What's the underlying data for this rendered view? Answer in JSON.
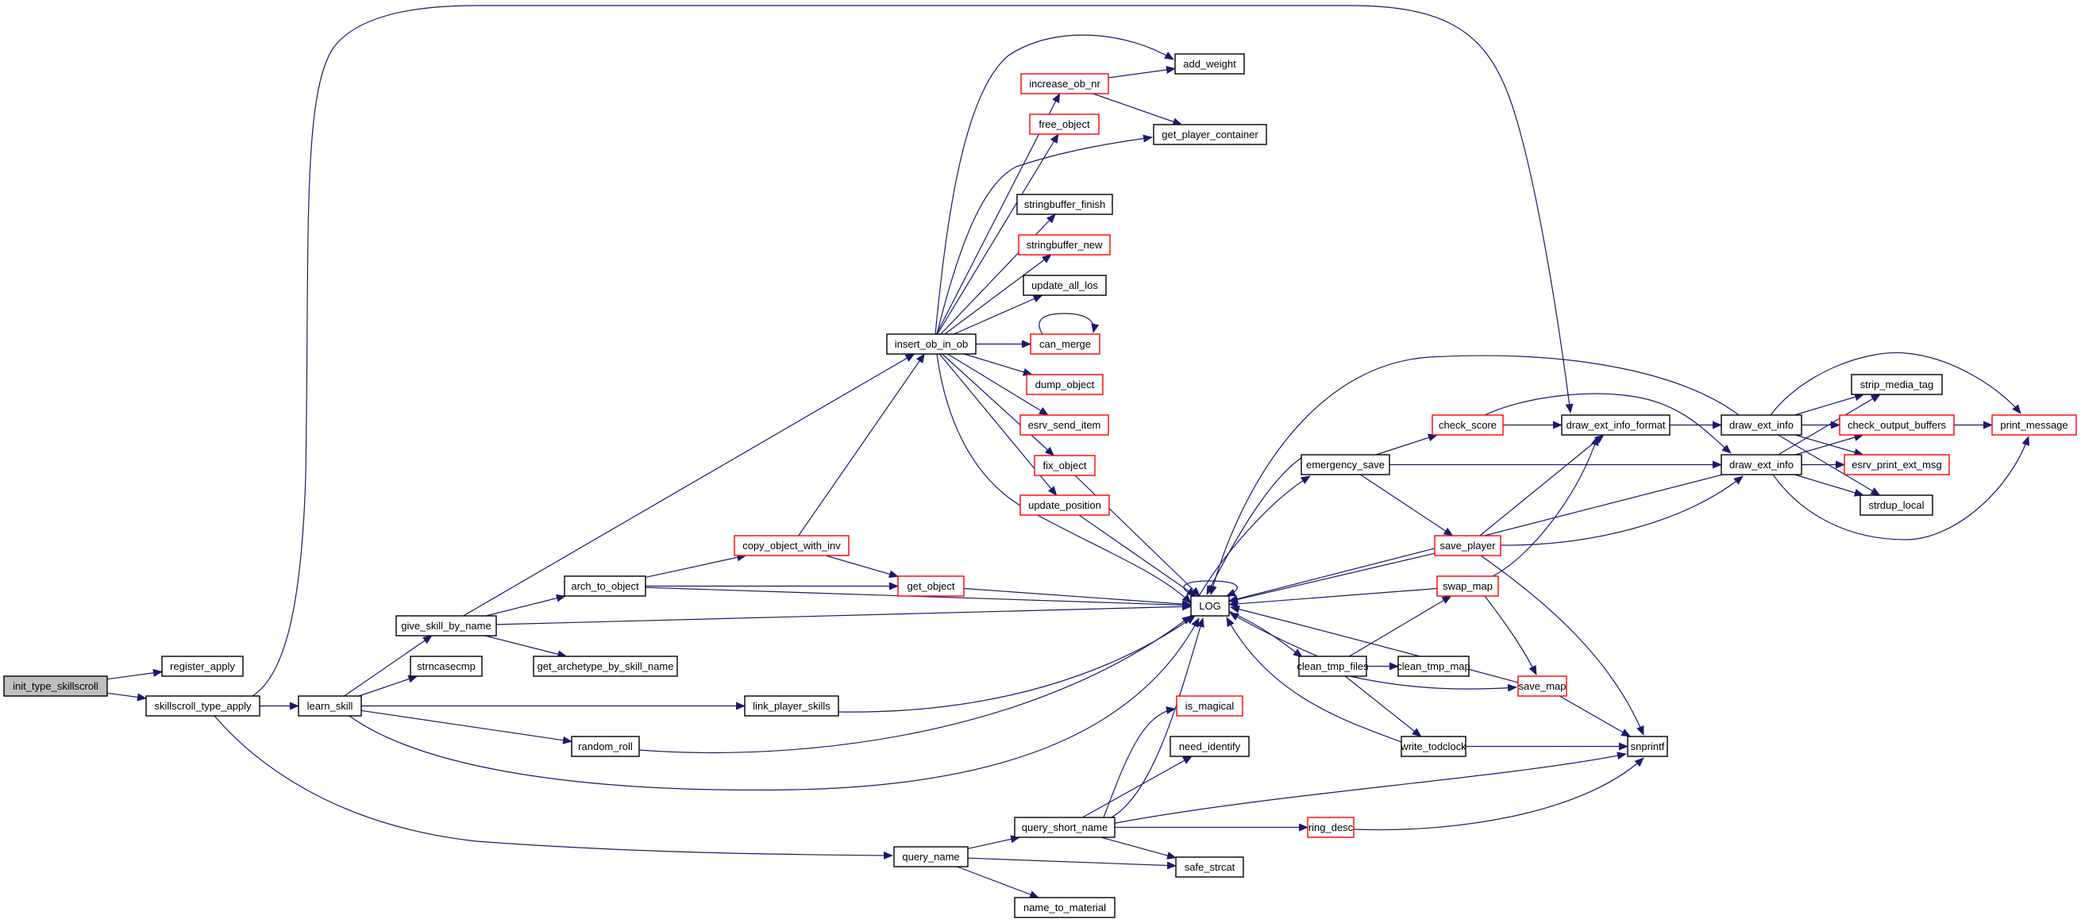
{
  "title": "Call graph of init_type_skillscroll",
  "colors": {
    "edge": "#191970",
    "external_border": "#ff0000",
    "internal_border": "#000000",
    "root_fill": "#bfbfbf",
    "node_fill": "#ffffff"
  },
  "nodes": [
    {
      "id": "init_type_skillscroll",
      "label": "init_type_skillscroll",
      "kind": "root"
    },
    {
      "id": "register_apply",
      "label": "register_apply",
      "kind": "internal"
    },
    {
      "id": "skillscroll_type_apply",
      "label": "skillscroll_type_apply",
      "kind": "internal"
    },
    {
      "id": "learn_skill",
      "label": "learn_skill",
      "kind": "internal"
    },
    {
      "id": "give_skill_by_name",
      "label": "give_skill_by_name",
      "kind": "internal"
    },
    {
      "id": "strncasecmp",
      "label": "strncasecmp",
      "kind": "internal"
    },
    {
      "id": "get_archetype_by_skill_name",
      "label": "get_archetype_by_skill_name",
      "kind": "internal"
    },
    {
      "id": "arch_to_object",
      "label": "arch_to_object",
      "kind": "internal"
    },
    {
      "id": "copy_object_with_inv",
      "label": "copy_object_with_inv",
      "kind": "external"
    },
    {
      "id": "get_object",
      "label": "get_object",
      "kind": "external"
    },
    {
      "id": "link_player_skills",
      "label": "link_player_skills",
      "kind": "internal"
    },
    {
      "id": "random_roll",
      "label": "random_roll",
      "kind": "internal"
    },
    {
      "id": "insert_ob_in_ob",
      "label": "insert_ob_in_ob",
      "kind": "internal"
    },
    {
      "id": "add_weight",
      "label": "add_weight",
      "kind": "internal"
    },
    {
      "id": "increase_ob_nr",
      "label": "increase_ob_nr",
      "kind": "external"
    },
    {
      "id": "free_object",
      "label": "free_object",
      "kind": "external"
    },
    {
      "id": "get_player_container",
      "label": "get_player_container",
      "kind": "internal"
    },
    {
      "id": "stringbuffer_finish",
      "label": "stringbuffer_finish",
      "kind": "internal"
    },
    {
      "id": "stringbuffer_new",
      "label": "stringbuffer_new",
      "kind": "external"
    },
    {
      "id": "update_all_los",
      "label": "update_all_los",
      "kind": "internal"
    },
    {
      "id": "can_merge",
      "label": "can_merge",
      "kind": "external"
    },
    {
      "id": "dump_object",
      "label": "dump_object",
      "kind": "external"
    },
    {
      "id": "esrv_send_item",
      "label": "esrv_send_item",
      "kind": "external"
    },
    {
      "id": "fix_object",
      "label": "fix_object",
      "kind": "external"
    },
    {
      "id": "update_position",
      "label": "update_position",
      "kind": "external"
    },
    {
      "id": "LOG",
      "label": "LOG",
      "kind": "internal"
    },
    {
      "id": "is_magical",
      "label": "is_magical",
      "kind": "external"
    },
    {
      "id": "need_identify",
      "label": "need_identify",
      "kind": "internal"
    },
    {
      "id": "query_short_name",
      "label": "query_short_name",
      "kind": "internal"
    },
    {
      "id": "query_name",
      "label": "query_name",
      "kind": "internal"
    },
    {
      "id": "safe_strcat",
      "label": "safe_strcat",
      "kind": "internal"
    },
    {
      "id": "name_to_material",
      "label": "name_to_material",
      "kind": "internal"
    },
    {
      "id": "emergency_save",
      "label": "emergency_save",
      "kind": "internal"
    },
    {
      "id": "check_score",
      "label": "check_score",
      "kind": "external"
    },
    {
      "id": "draw_ext_info_format",
      "label": "draw_ext_info_format",
      "kind": "internal"
    },
    {
      "id": "save_player",
      "label": "save_player",
      "kind": "external"
    },
    {
      "id": "swap_map",
      "label": "swap_map",
      "kind": "external"
    },
    {
      "id": "clean_tmp_files",
      "label": "clean_tmp_files",
      "kind": "internal"
    },
    {
      "id": "clean_tmp_map",
      "label": "clean_tmp_map",
      "kind": "internal"
    },
    {
      "id": "save_map",
      "label": "save_map",
      "kind": "external"
    },
    {
      "id": "write_todclock",
      "label": "write_todclock",
      "kind": "internal"
    },
    {
      "id": "snprintf",
      "label": "snprintf",
      "kind": "internal"
    },
    {
      "id": "ring_desc",
      "label": "ring_desc",
      "kind": "external"
    },
    {
      "id": "draw_ext_info_a",
      "label": "draw_ext_info",
      "kind": "internal"
    },
    {
      "id": "draw_ext_info_b",
      "label": "draw_ext_info",
      "kind": "internal"
    },
    {
      "id": "strip_media_tag",
      "label": "strip_media_tag",
      "kind": "internal"
    },
    {
      "id": "check_output_buffers",
      "label": "check_output_buffers",
      "kind": "external"
    },
    {
      "id": "esrv_print_ext_msg",
      "label": "esrv_print_ext_msg",
      "kind": "external"
    },
    {
      "id": "strdup_local",
      "label": "strdup_local",
      "kind": "internal"
    },
    {
      "id": "print_message",
      "label": "print_message",
      "kind": "external"
    }
  ],
  "edges": [
    [
      "init_type_skillscroll",
      "register_apply"
    ],
    [
      "init_type_skillscroll",
      "skillscroll_type_apply"
    ],
    [
      "skillscroll_type_apply",
      "learn_skill"
    ],
    [
      "skillscroll_type_apply",
      "draw_ext_info_format"
    ],
    [
      "skillscroll_type_apply",
      "query_name"
    ],
    [
      "learn_skill",
      "give_skill_by_name"
    ],
    [
      "learn_skill",
      "strncasecmp"
    ],
    [
      "learn_skill",
      "link_player_skills"
    ],
    [
      "learn_skill",
      "random_roll"
    ],
    [
      "learn_skill",
      "LOG"
    ],
    [
      "give_skill_by_name",
      "insert_ob_in_ob"
    ],
    [
      "give_skill_by_name",
      "arch_to_object"
    ],
    [
      "give_skill_by_name",
      "get_archetype_by_skill_name"
    ],
    [
      "give_skill_by_name",
      "LOG"
    ],
    [
      "arch_to_object",
      "copy_object_with_inv"
    ],
    [
      "arch_to_object",
      "get_object"
    ],
    [
      "arch_to_object",
      "LOG"
    ],
    [
      "copy_object_with_inv",
      "insert_ob_in_ob"
    ],
    [
      "copy_object_with_inv",
      "get_object"
    ],
    [
      "get_object",
      "LOG"
    ],
    [
      "link_player_skills",
      "LOG"
    ],
    [
      "random_roll",
      "LOG"
    ],
    [
      "insert_ob_in_ob",
      "add_weight"
    ],
    [
      "insert_ob_in_ob",
      "increase_ob_nr"
    ],
    [
      "insert_ob_in_ob",
      "free_object"
    ],
    [
      "insert_ob_in_ob",
      "get_player_container"
    ],
    [
      "insert_ob_in_ob",
      "stringbuffer_finish"
    ],
    [
      "insert_ob_in_ob",
      "stringbuffer_new"
    ],
    [
      "insert_ob_in_ob",
      "update_all_los"
    ],
    [
      "insert_ob_in_ob",
      "can_merge"
    ],
    [
      "insert_ob_in_ob",
      "dump_object"
    ],
    [
      "insert_ob_in_ob",
      "esrv_send_item"
    ],
    [
      "insert_ob_in_ob",
      "fix_object"
    ],
    [
      "insert_ob_in_ob",
      "update_position"
    ],
    [
      "insert_ob_in_ob",
      "LOG"
    ],
    [
      "increase_ob_nr",
      "add_weight"
    ],
    [
      "increase_ob_nr",
      "get_player_container"
    ],
    [
      "can_merge",
      "can_merge"
    ],
    [
      "fix_object",
      "LOG"
    ],
    [
      "update_position",
      "LOG"
    ],
    [
      "LOG",
      "LOG"
    ],
    [
      "LOG",
      "emergency_save"
    ],
    [
      "LOG",
      "clean_tmp_files"
    ],
    [
      "emergency_save",
      "LOG"
    ],
    [
      "emergency_save",
      "check_score"
    ],
    [
      "emergency_save",
      "save_player"
    ],
    [
      "emergency_save",
      "draw_ext_info_b"
    ],
    [
      "check_score",
      "draw_ext_info_format"
    ],
    [
      "check_score",
      "draw_ext_info_b"
    ],
    [
      "draw_ext_info_format",
      "draw_ext_info_a"
    ],
    [
      "draw_ext_info_a",
      "LOG"
    ],
    [
      "draw_ext_info_a",
      "strip_media_tag"
    ],
    [
      "draw_ext_info_a",
      "check_output_buffers"
    ],
    [
      "draw_ext_info_a",
      "esrv_print_ext_msg"
    ],
    [
      "draw_ext_info_a",
      "strdup_local"
    ],
    [
      "draw_ext_info_a",
      "print_message"
    ],
    [
      "draw_ext_info_b",
      "LOG"
    ],
    [
      "draw_ext_info_b",
      "strip_media_tag"
    ],
    [
      "draw_ext_info_b",
      "check_output_buffers"
    ],
    [
      "draw_ext_info_b",
      "esrv_print_ext_msg"
    ],
    [
      "draw_ext_info_b",
      "strdup_local"
    ],
    [
      "draw_ext_info_b",
      "print_message"
    ],
    [
      "check_output_buffers",
      "print_message"
    ],
    [
      "save_player",
      "LOG"
    ],
    [
      "save_player",
      "draw_ext_info_format"
    ],
    [
      "save_player",
      "draw_ext_info_b"
    ],
    [
      "save_player",
      "snprintf"
    ],
    [
      "swap_map",
      "LOG"
    ],
    [
      "swap_map",
      "draw_ext_info_format"
    ],
    [
      "swap_map",
      "save_map"
    ],
    [
      "clean_tmp_files",
      "LOG"
    ],
    [
      "clean_tmp_files",
      "swap_map"
    ],
    [
      "clean_tmp_files",
      "clean_tmp_map"
    ],
    [
      "clean_tmp_files",
      "save_map"
    ],
    [
      "clean_tmp_files",
      "write_todclock"
    ],
    [
      "save_map",
      "LOG"
    ],
    [
      "save_map",
      "snprintf"
    ],
    [
      "write_todclock",
      "LOG"
    ],
    [
      "write_todclock",
      "snprintf"
    ],
    [
      "query_name",
      "query_short_name"
    ],
    [
      "query_name",
      "safe_strcat"
    ],
    [
      "query_name",
      "name_to_material"
    ],
    [
      "query_short_name",
      "LOG"
    ],
    [
      "query_short_name",
      "is_magical"
    ],
    [
      "query_short_name",
      "need_identify"
    ],
    [
      "query_short_name",
      "safe_strcat"
    ],
    [
      "query_short_name",
      "ring_desc"
    ],
    [
      "query_short_name",
      "snprintf"
    ],
    [
      "ring_desc",
      "snprintf"
    ]
  ]
}
